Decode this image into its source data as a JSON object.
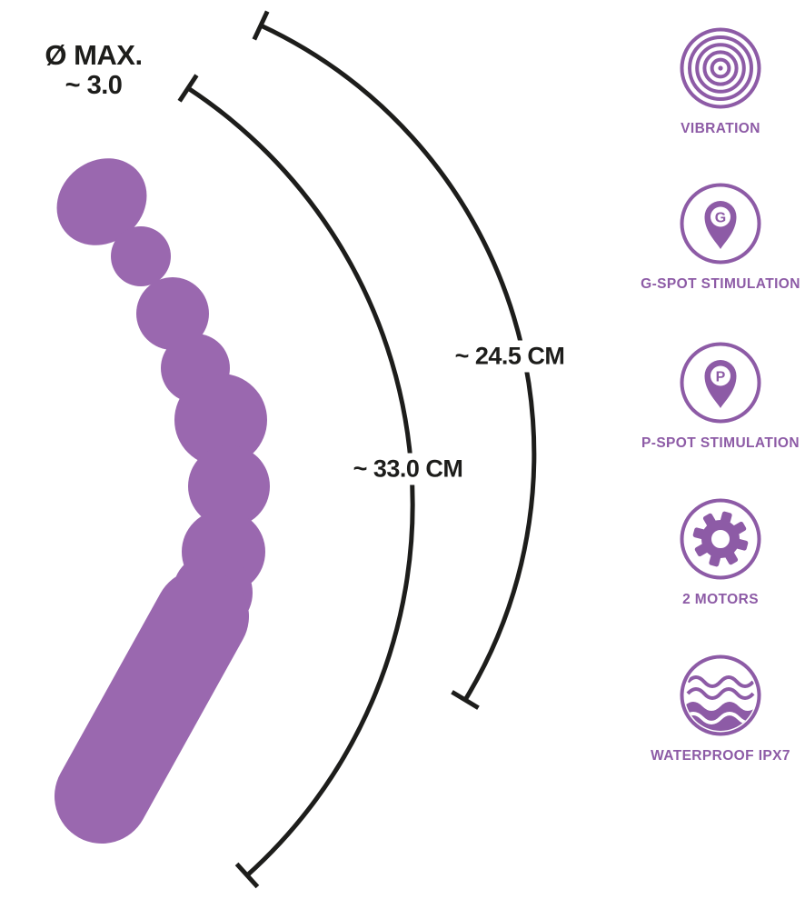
{
  "measurements": {
    "diameter_line1": "Ø MAX.",
    "diameter_line2": "~ 3.0",
    "outer_arc_length": "~ 24.5 CM",
    "inner_arc_length": "~ 33.0 CM"
  },
  "features": [
    {
      "icon": "vibration-icon",
      "label": "VIBRATION"
    },
    {
      "icon": "g-spot-icon",
      "letter": "G",
      "label": "G-SPOT STIMULATION"
    },
    {
      "icon": "p-spot-icon",
      "letter": "P",
      "label": "P-SPOT STIMULATION"
    },
    {
      "icon": "motors-icon",
      "label": "2 MOTORS"
    },
    {
      "icon": "waterproof-icon",
      "label": "WATERPROOF IPX7"
    }
  ],
  "colors": {
    "product": "#9a68af",
    "accent": "#8d5ba6",
    "dimension_line": "#1d1d1b",
    "background": "#ffffff"
  }
}
